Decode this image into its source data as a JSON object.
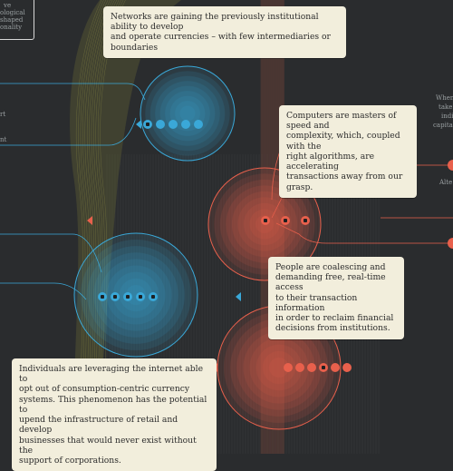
{
  "callouts": {
    "networks": [
      "Networks are gaining the previously institutional ability to develop",
      "and operate currencies – with few intermediaries or boundaries"
    ],
    "computers": [
      "Computers are masters of speed and",
      "complexity, which, coupled with the",
      "right algorithms, are accelerating",
      "transactions away from our grasp."
    ],
    "people": [
      "People are coalescing and",
      "demanding free, real-time access",
      "to their transaction information",
      "in order to reclaim financial",
      "decisions from institutions."
    ],
    "individuals": [
      "Individuals are leveraging the internet able to",
      "opt out of consumption-centric currency",
      "systems. This phenomenon has the potential to",
      "upend the infrastructure of retail and develop",
      "businesses that would never exist without the",
      "support of corporations."
    ]
  },
  "edge_fragments": {
    "top_left_box": [
      "ve",
      "ological",
      "shaped",
      "onality"
    ],
    "left": [
      "rt",
      "nt"
    ],
    "right": [
      "When",
      "take",
      "indi",
      "capita",
      "Alte"
    ]
  },
  "colors": {
    "background": "#2a2c2e",
    "blue": "#3aa8d8",
    "red": "#e8604c",
    "olive": "#8a8a3c",
    "callout": "#f2eedc"
  },
  "icons": {
    "blue_top": [
      "arrow-icon",
      "dot",
      "dot",
      "dot",
      "dot"
    ],
    "blue_bottom": [
      "people-icon",
      "people-icon",
      "hand-icon",
      "cart-icon",
      "bank-icon"
    ],
    "red_middle": [
      "megaphone-icon",
      "share-icon",
      "wallet-icon"
    ],
    "red_bottom": [
      "dot",
      "dot",
      "dot",
      "lock-icon",
      "dot",
      "dot"
    ]
  }
}
